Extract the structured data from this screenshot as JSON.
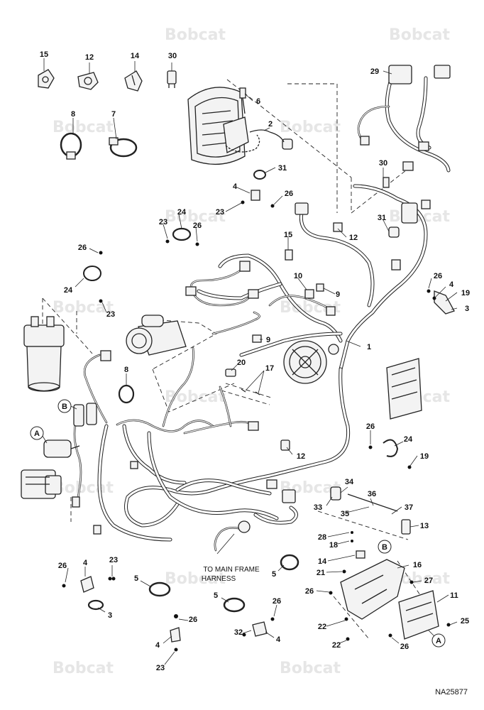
{
  "watermark": {
    "text": "Bobcat"
  },
  "callouts": [
    {
      "id": "c15a",
      "label": "15"
    },
    {
      "id": "c12a",
      "label": "12"
    },
    {
      "id": "c14a",
      "label": "14"
    },
    {
      "id": "c30a",
      "label": "30"
    },
    {
      "id": "c29",
      "label": "29"
    },
    {
      "id": "c8a",
      "label": "8"
    },
    {
      "id": "c7",
      "label": "7"
    },
    {
      "id": "c6",
      "label": "6"
    },
    {
      "id": "c2",
      "label": "2"
    },
    {
      "id": "c30b",
      "label": "30"
    },
    {
      "id": "c31a",
      "label": "31"
    },
    {
      "id": "c4a",
      "label": "4"
    },
    {
      "id": "c26a",
      "label": "26"
    },
    {
      "id": "c23a",
      "label": "23"
    },
    {
      "id": "c24a",
      "label": "24"
    },
    {
      "id": "c23b",
      "label": "23"
    },
    {
      "id": "c26b",
      "label": "26"
    },
    {
      "id": "c12b",
      "label": "12"
    },
    {
      "id": "c31b",
      "label": "31"
    },
    {
      "id": "c15b",
      "label": "15"
    },
    {
      "id": "c26c",
      "label": "26"
    },
    {
      "id": "c24b",
      "label": "24"
    },
    {
      "id": "c23c",
      "label": "23"
    },
    {
      "id": "c10",
      "label": "10"
    },
    {
      "id": "c9a",
      "label": "9"
    },
    {
      "id": "c26d",
      "label": "26"
    },
    {
      "id": "c4b",
      "label": "4"
    },
    {
      "id": "c19a",
      "label": "19"
    },
    {
      "id": "c3a",
      "label": "3"
    },
    {
      "id": "c9b",
      "label": "9"
    },
    {
      "id": "c1",
      "label": "1"
    },
    {
      "id": "c20",
      "label": "20"
    },
    {
      "id": "c17",
      "label": "17"
    },
    {
      "id": "c8b",
      "label": "8"
    },
    {
      "id": "c26e",
      "label": "26"
    },
    {
      "id": "c24c",
      "label": "24"
    },
    {
      "id": "c19b",
      "label": "19"
    },
    {
      "id": "c12c",
      "label": "12"
    },
    {
      "id": "c34",
      "label": "34"
    },
    {
      "id": "c36",
      "label": "36"
    },
    {
      "id": "c33",
      "label": "33"
    },
    {
      "id": "c35",
      "label": "35"
    },
    {
      "id": "c37",
      "label": "37"
    },
    {
      "id": "c13",
      "label": "13"
    },
    {
      "id": "c28",
      "label": "28"
    },
    {
      "id": "c18",
      "label": "18"
    },
    {
      "id": "c14b",
      "label": "14"
    },
    {
      "id": "c16",
      "label": "16"
    },
    {
      "id": "c21",
      "label": "21"
    },
    {
      "id": "c27",
      "label": "27"
    },
    {
      "id": "c26f",
      "label": "26"
    },
    {
      "id": "c11",
      "label": "11"
    },
    {
      "id": "c22a",
      "label": "22"
    },
    {
      "id": "c25",
      "label": "25"
    },
    {
      "id": "c22b",
      "label": "22"
    },
    {
      "id": "c26g",
      "label": "26"
    },
    {
      "id": "c26h",
      "label": "26"
    },
    {
      "id": "c4c",
      "label": "4"
    },
    {
      "id": "c23d",
      "label": "23"
    },
    {
      "id": "c3b",
      "label": "3"
    },
    {
      "id": "c5a",
      "label": "5"
    },
    {
      "id": "c26i",
      "label": "26"
    },
    {
      "id": "c4d",
      "label": "4"
    },
    {
      "id": "c23e",
      "label": "23"
    },
    {
      "id": "c5b",
      "label": "5"
    },
    {
      "id": "c26j",
      "label": "26"
    },
    {
      "id": "c32",
      "label": "32"
    },
    {
      "id": "c4e",
      "label": "4"
    },
    {
      "id": "c5c",
      "label": "5"
    }
  ],
  "refs": {
    "a_top": "A",
    "b_top": "B",
    "b_bottom": "B",
    "a_bottom": "A"
  },
  "note": {
    "line1": "TO MAIN FRAME",
    "line2": "HARNESS"
  },
  "drawing_number": "NA25877"
}
